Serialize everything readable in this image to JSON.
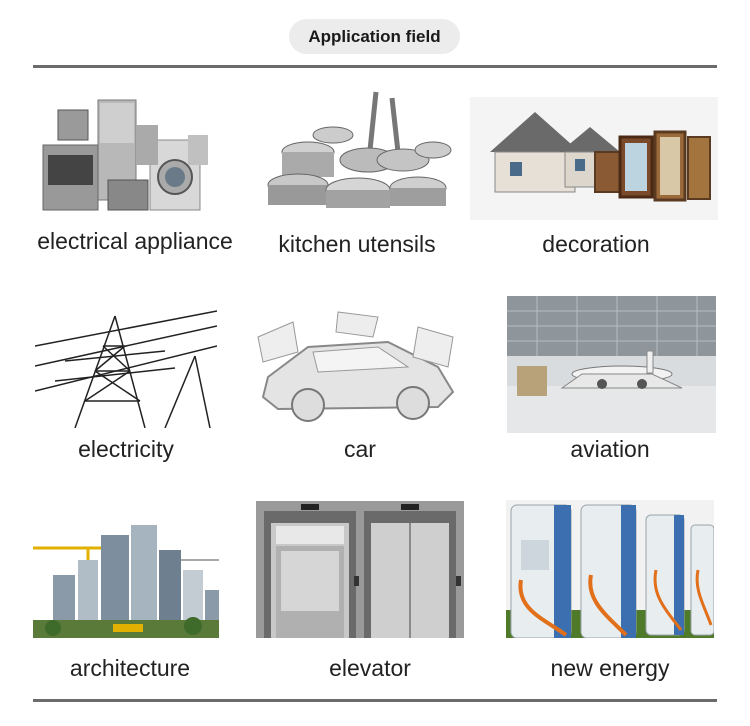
{
  "header": {
    "title": "Application field"
  },
  "items": [
    {
      "label": "electrical appliance",
      "image": "electrical-appliance-photo"
    },
    {
      "label": "kitchen utensils",
      "image": "kitchen-utensils-photo"
    },
    {
      "label": "decoration",
      "image": "decoration-photo"
    },
    {
      "label": "electricity",
      "image": "electricity-tower-photo"
    },
    {
      "label": "car",
      "image": "car-body-photo"
    },
    {
      "label": "aviation",
      "image": "aircraft-hangar-photo"
    },
    {
      "label": "architecture",
      "image": "city-buildings-photo"
    },
    {
      "label": "elevator",
      "image": "elevator-doors-photo"
    },
    {
      "label": "new energy",
      "image": "charging-stations-photo"
    }
  ]
}
